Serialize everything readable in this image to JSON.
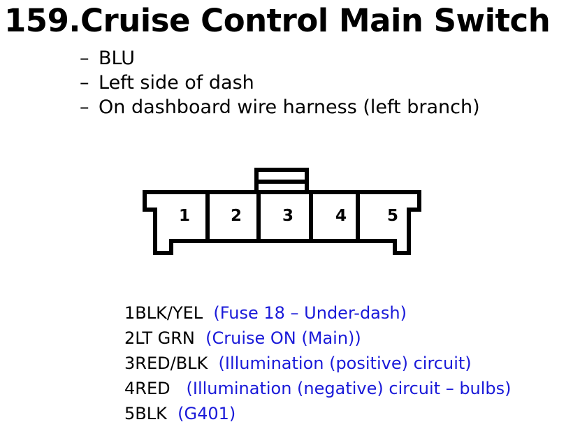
{
  "title": "159.Cruise Control Main Switch",
  "details": [
    {
      "dash": "–",
      "text": "BLU"
    },
    {
      "dash": "–",
      "text": "Left side of dash"
    },
    {
      "dash": "–",
      "text": "On dashboard wire harness (left branch)"
    }
  ],
  "connector": {
    "pins": [
      "1",
      "2",
      "3",
      "4",
      "5"
    ]
  },
  "pinout": [
    {
      "pin": "1",
      "wire": "BLK/YEL",
      "desc": "(Fuse 18 – Under-dash)"
    },
    {
      "pin": "2",
      "wire": "LT GRN",
      "desc": "(Cruise ON (Main))"
    },
    {
      "pin": "3",
      "wire": "RED/BLK",
      "desc": "(Illumination (positive) circuit)"
    },
    {
      "pin": "4",
      "wire": "RED",
      "desc": "(Illumination (negative) circuit – bulbs)"
    },
    {
      "pin": "5",
      "wire": "BLK",
      "desc": "(G401)"
    }
  ],
  "colors": {
    "text": "#000000",
    "description": "#1a1ad9",
    "background": "#ffffff"
  }
}
